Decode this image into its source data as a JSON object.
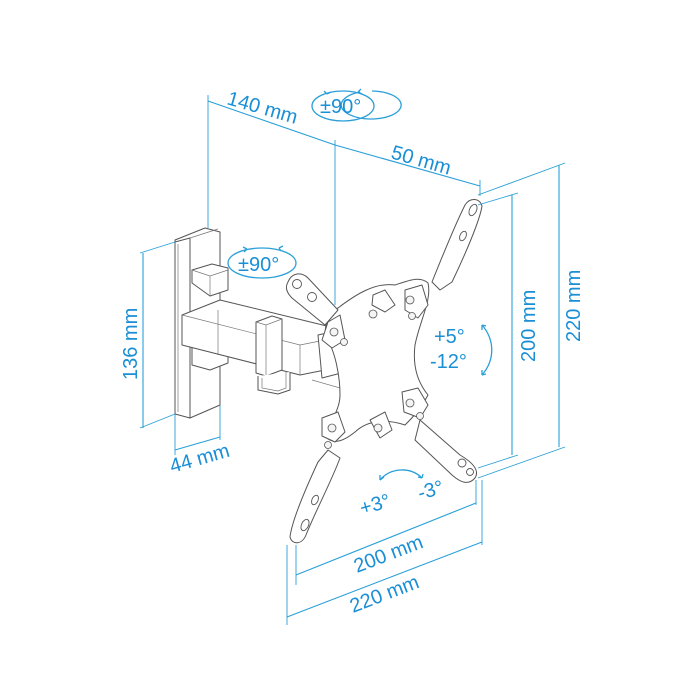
{
  "diagram": {
    "subject": "TV wall mount bracket (swivel arm) technical drawing",
    "accent_color": "#1a8fd6",
    "line_color": "#555555",
    "dimensions": {
      "arm_length_first": "140 mm",
      "arm_length_second": "50 mm",
      "wall_plate_height": "136 mm",
      "wall_plate_depth": "44 mm",
      "vesa_vertical_inner": "200 mm",
      "vesa_vertical_outer": "220 mm",
      "vesa_horizontal_inner": "200 mm",
      "vesa_horizontal_outer": "220 mm"
    },
    "rotations": {
      "arm_top_swivel": "±90°",
      "arm_middle_swivel": "±90°",
      "tilt_up": "+5°",
      "tilt_down": "-12°",
      "level_left": "+3°",
      "level_right": "-3°"
    }
  }
}
